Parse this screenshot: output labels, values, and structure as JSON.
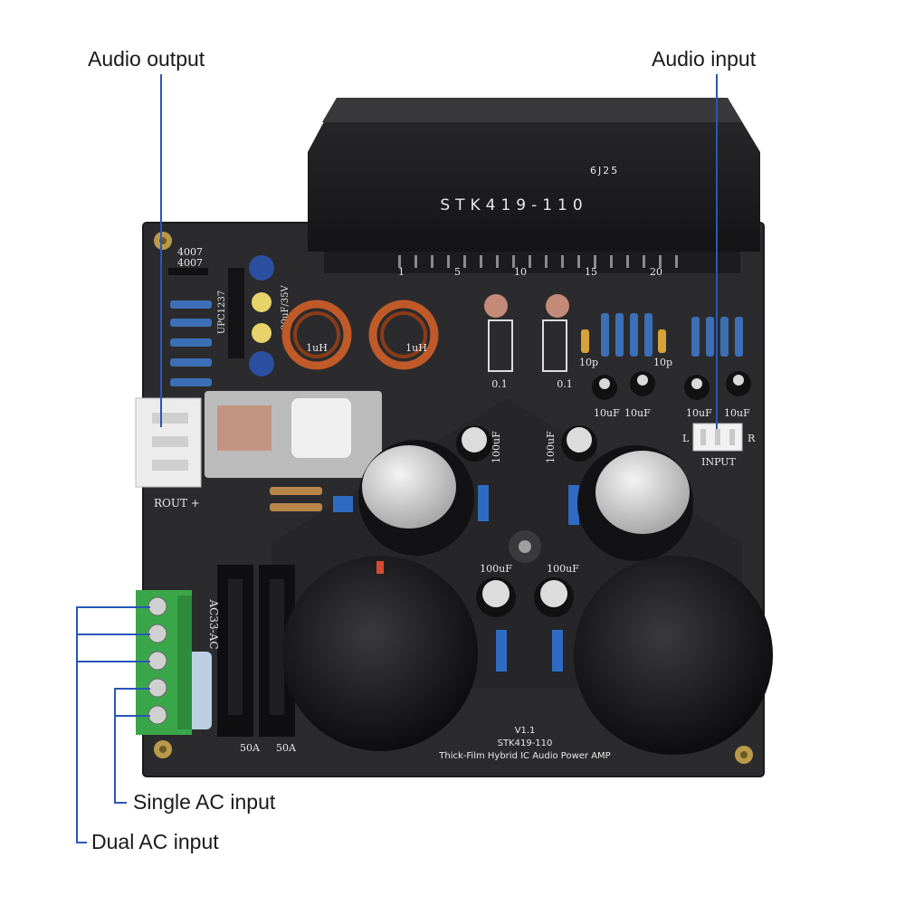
{
  "callouts": {
    "audio_output": "Audio output",
    "audio_input": "Audio input",
    "single_ac": "Single AC input",
    "dual_ac": "Dual AC input"
  },
  "board": {
    "chip_name": "STK419-110",
    "chip_code": "6J25",
    "pin_numbers": [
      "1",
      "5",
      "10",
      "15",
      "20"
    ],
    "version": "V1.1",
    "model": "STK419-110",
    "subtitle": "Thick-Film Hybrid IC Audio Power AMP",
    "rout_top": "ROUT +",
    "rout_bottom": "ROUT +",
    "input_label": "INPUT",
    "input_l": "L",
    "input_r": "R",
    "ac_label": "AC33-AC",
    "diode_a": "4007",
    "diode_b": "4007",
    "ic_small": "UPC1237",
    "cap_small": "20uF/35V",
    "inductor_l": "1uH",
    "inductor_r": "1uH",
    "res_l": "0.1",
    "res_r": "0.1",
    "cap_10p_l": "10p",
    "cap_10p_r": "10p",
    "cap_10uf_1": "10uF",
    "cap_10uf_2": "10uF",
    "cap_10uf_3": "10uF",
    "cap_10uf_4": "10uF",
    "cap_100uf_1": "100uF",
    "cap_100uf_2": "100uF",
    "cap_100uf_3": "100uF",
    "cap_100uf_4": "100uF",
    "rect_a": "50A",
    "rect_b": "50A"
  },
  "colors": {
    "leader": "#2a56b8",
    "pcb": "#2b2b2d",
    "terminal": "#3aa64a"
  }
}
